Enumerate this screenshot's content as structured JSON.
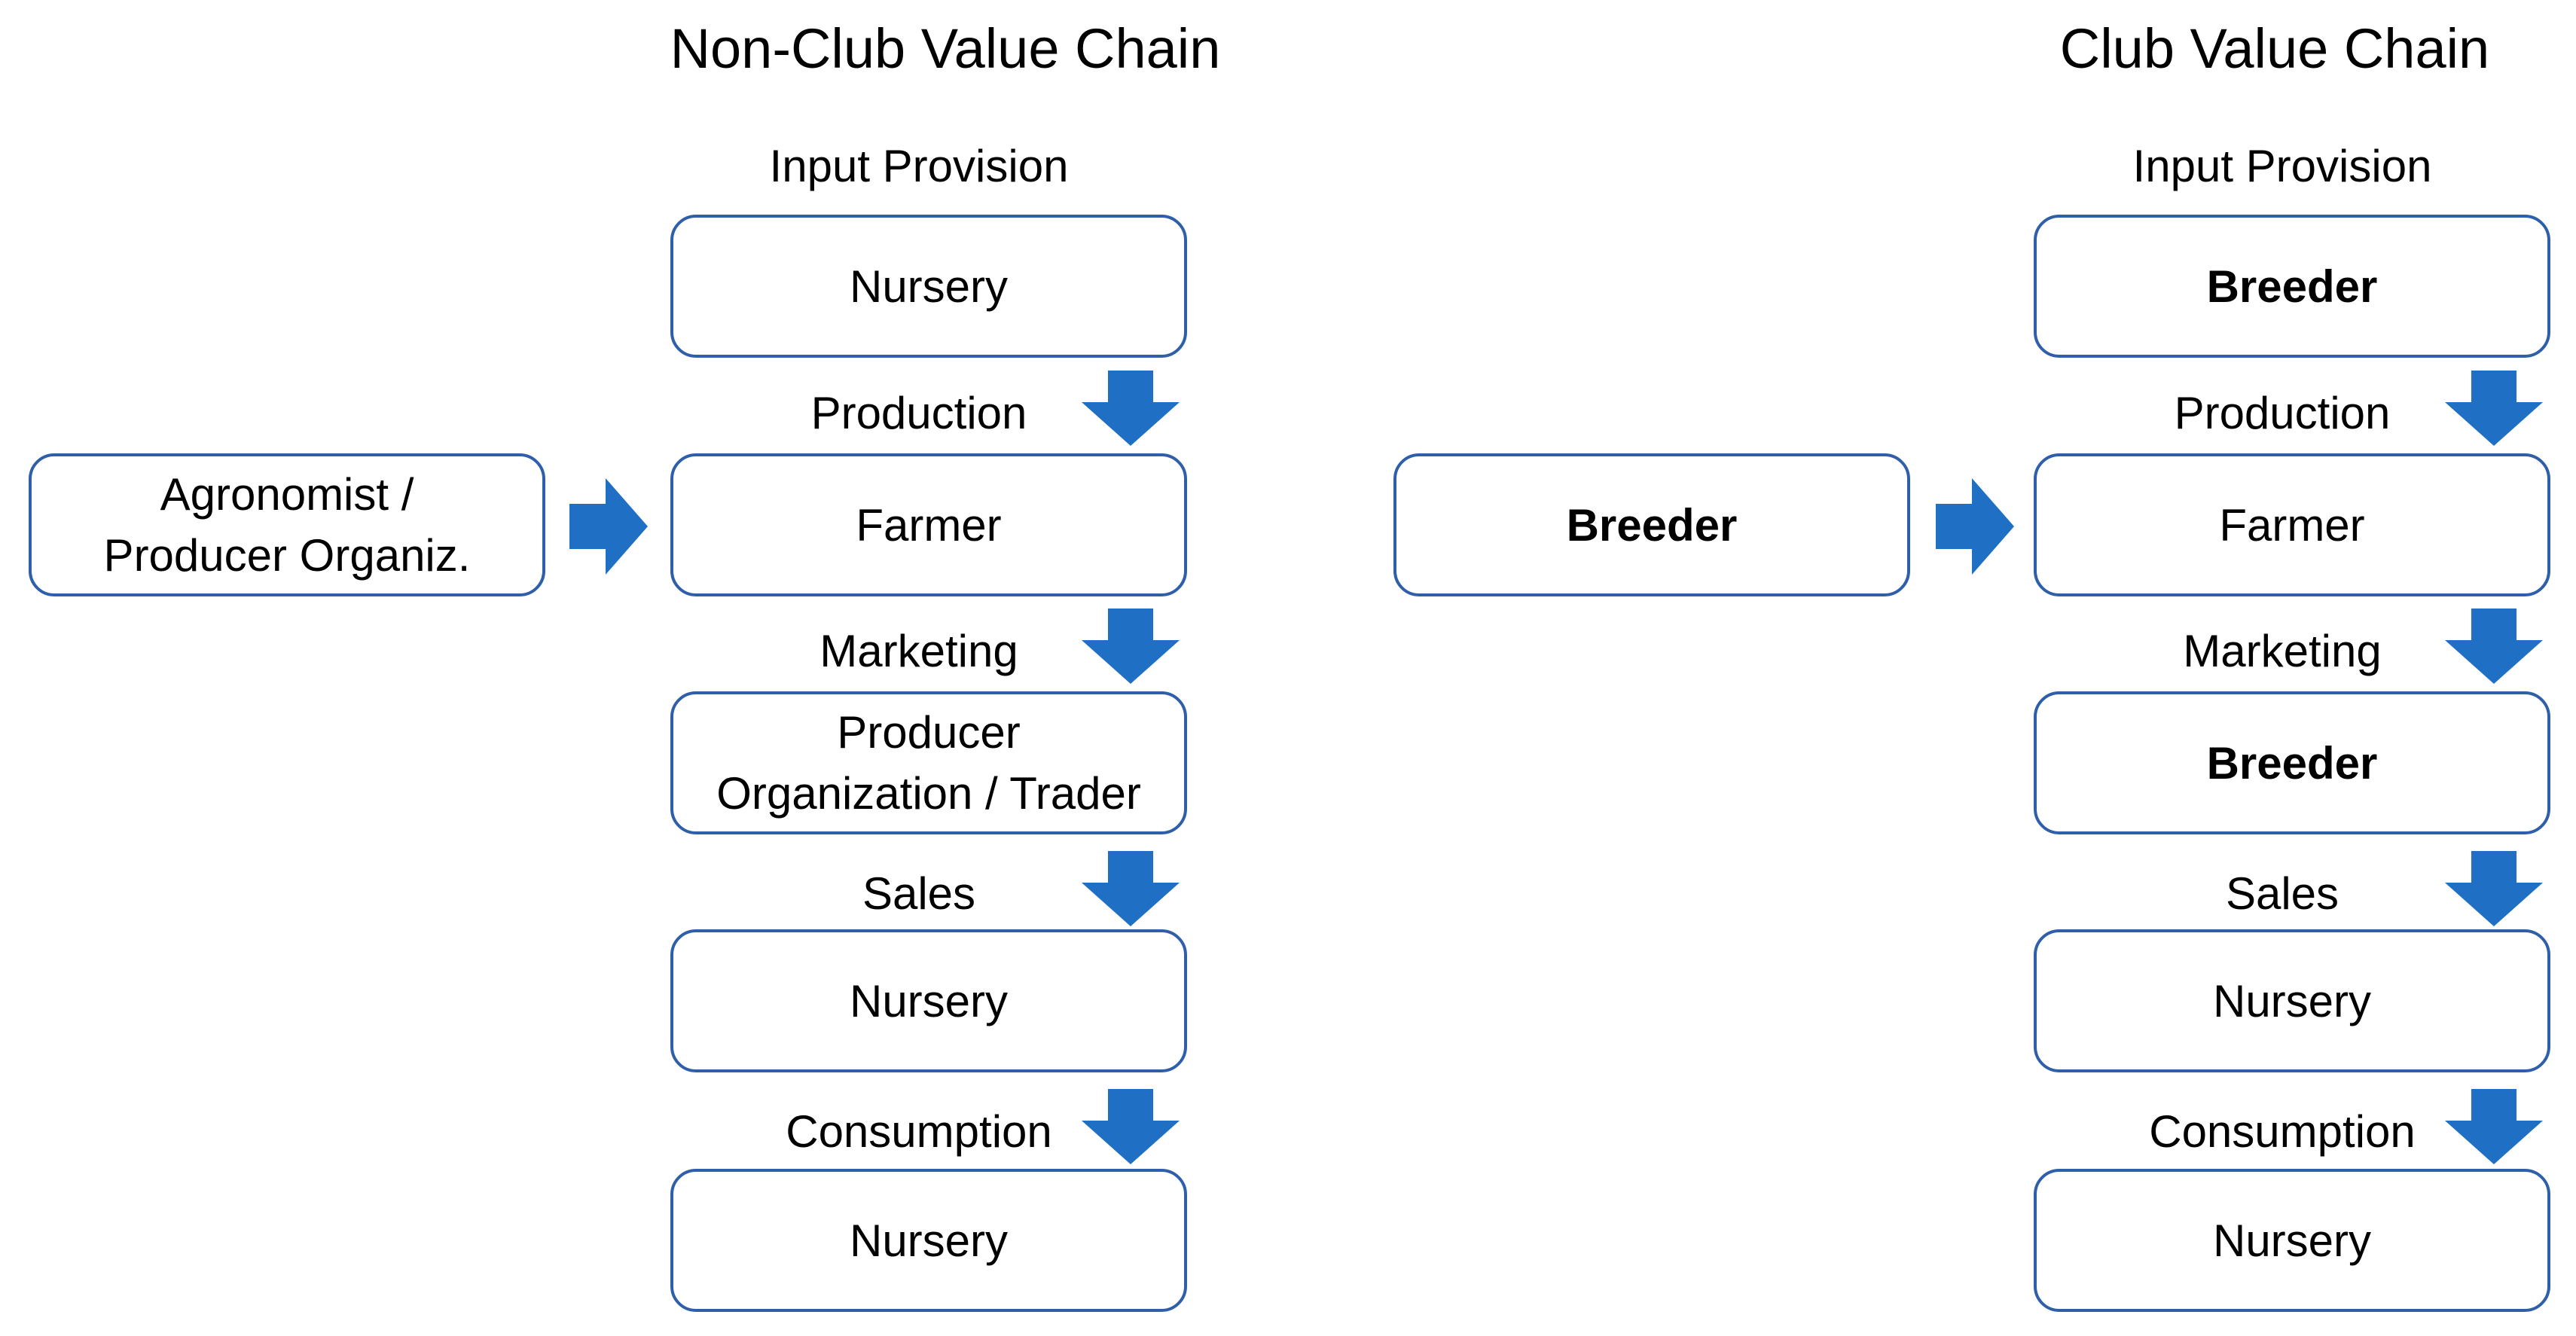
{
  "left": {
    "title": "Non-Club Value Chain",
    "stages": {
      "input": "Input Provision",
      "production": "Production",
      "marketing": "Marketing",
      "sales": "Sales",
      "consumption": "Consumption"
    },
    "boxes": {
      "input": "Nursery",
      "production": "Farmer",
      "marketing_line1": "Producer",
      "marketing_line2": "Organization / Trader",
      "sales": "Nursery",
      "consumption": "Nursery"
    },
    "side": {
      "line1": "Agronomist /",
      "line2": "Producer Organiz."
    }
  },
  "right": {
    "title": "Club Value Chain",
    "stages": {
      "input": "Input Provision",
      "production": "Production",
      "marketing": "Marketing",
      "sales": "Sales",
      "consumption": "Consumption"
    },
    "boxes": {
      "input": "Breeder",
      "production": "Farmer",
      "marketing": "Breeder",
      "sales": "Nursery",
      "consumption": "Nursery"
    },
    "side": "Breeder"
  },
  "colors": {
    "arrow": "#1f6fc5",
    "border": "#2e5fa8"
  }
}
